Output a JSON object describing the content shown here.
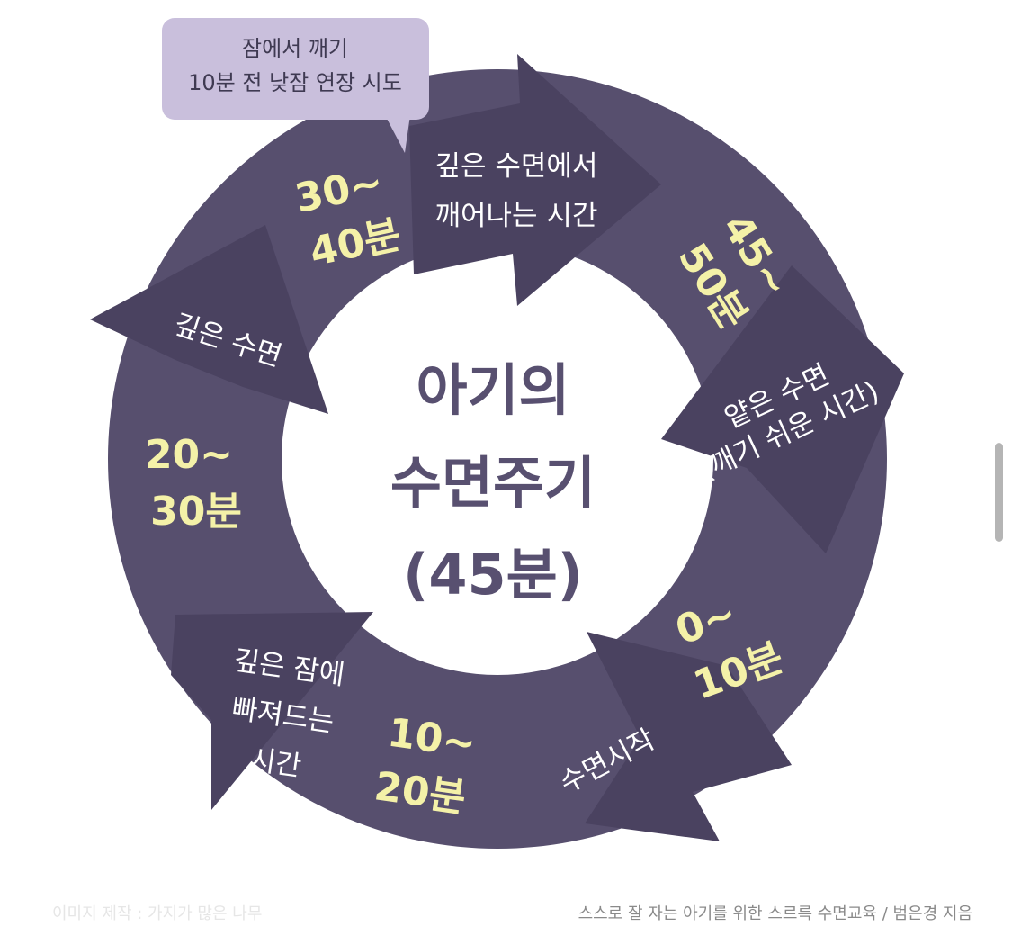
{
  "center": {
    "line1": "아기의",
    "line2": "수면주기",
    "line3": "(45분)"
  },
  "callout": {
    "line1": "잠에서 깨기",
    "line2": "10분 전 낮잠 연장 시도"
  },
  "stages": {
    "sleep_start": {
      "label1": "수면시작",
      "duration1": "0~",
      "duration2": "10분"
    },
    "falling_deep": {
      "label1": "깊은 잠에",
      "label2": "빠져드는",
      "label3": "시간",
      "duration1": "10~",
      "duration2": "20분"
    },
    "deep_sleep": {
      "label1": "깊은 수면",
      "duration1": "20~",
      "duration2": "30분"
    },
    "waking_from_deep": {
      "label1": "깊은 수면에서",
      "label2": "깨어나는 시간",
      "duration1": "30~",
      "duration2": "40분"
    },
    "light_sleep": {
      "label1": "얕은 수면",
      "label2": "(깨기 쉬운 시간)",
      "duration1": "45~",
      "duration2": "50분"
    }
  },
  "footer": {
    "left": "이미지 제작 : 가지가 많은 나무",
    "right": "스스로 잘 자는 아기를 위한 스르륵 수면교육 / 범은경 지음"
  },
  "colors": {
    "ring": "#574f6e",
    "arrow": "#4a4260",
    "duration_text": "#f4f1a8",
    "center_text": "#585070",
    "callout_bg": "#c9bfdc"
  }
}
